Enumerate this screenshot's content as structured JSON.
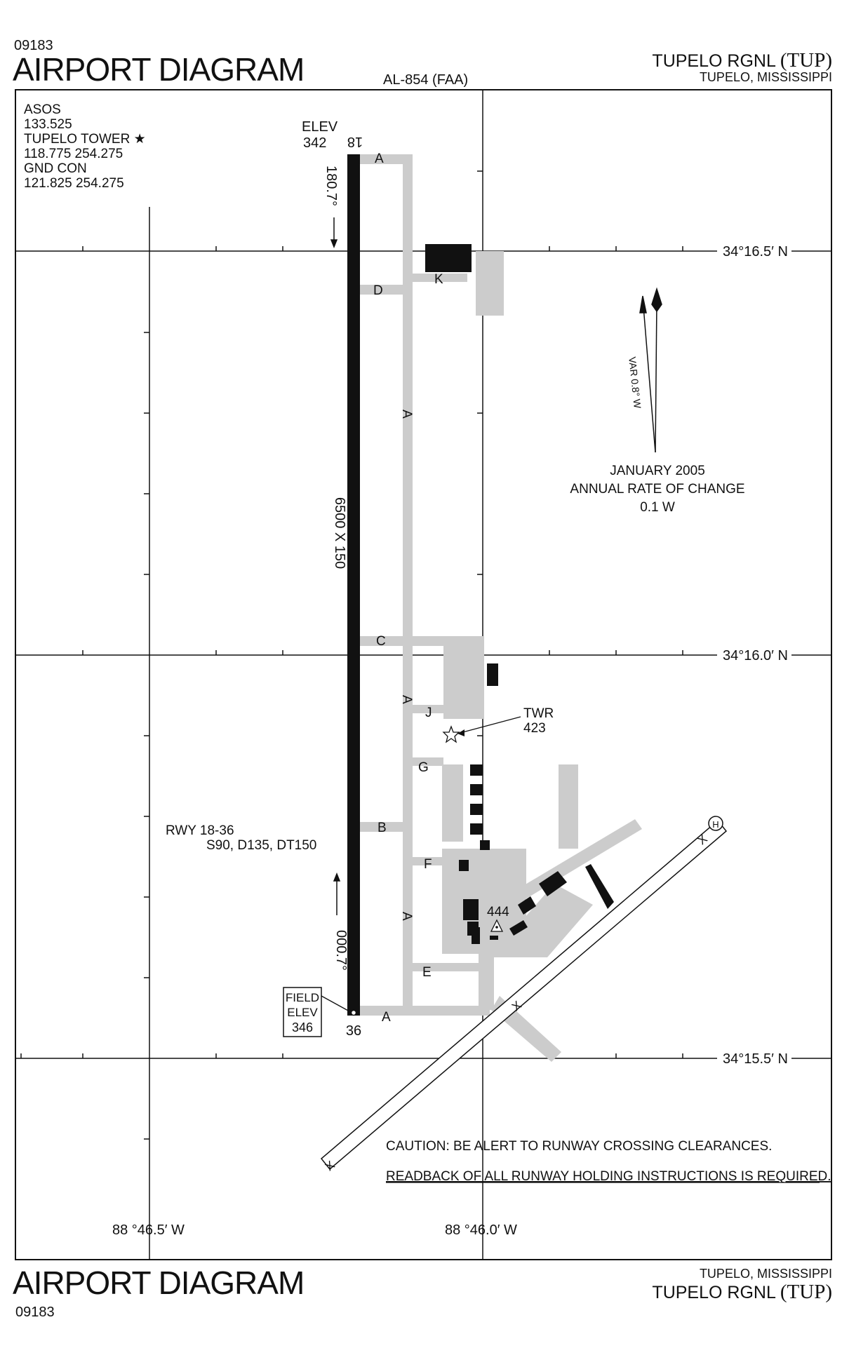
{
  "header": {
    "chart_code": "09183",
    "title": "AIRPORT DIAGRAM",
    "procedure_id": "AL-854 (FAA)",
    "airport_name": "TUPELO RGNL",
    "airport_code": "(TUP)",
    "city": "TUPELO, MISSISSIPPI"
  },
  "footer": {
    "title": "AIRPORT DIAGRAM",
    "chart_code": "09183",
    "city": "TUPELO, MISSISSIPPI",
    "airport_name": "TUPELO RGNL",
    "airport_code": "(TUP)"
  },
  "frequencies": {
    "asos_label": "ASOS",
    "asos_freq": "133.525",
    "tower_label": "TUPELO TOWER",
    "tower_freq": "118.775  254.275",
    "gnd_label": "GND CON",
    "gnd_freq": "121.825  254.275"
  },
  "coordinates": {
    "lat_1": "34°16.5′ N",
    "lat_2": "34°16.0′ N",
    "lat_3": "34°15.5′ N",
    "lon_1": "88 °46.5′ W",
    "lon_2": "88 °46.0′ W"
  },
  "runway": {
    "elev_label": "ELEV",
    "elev_north": "342",
    "end_north": "18",
    "end_south": "36",
    "heading_north": "180.7°",
    "heading_south": "000.7°",
    "dimensions": "6500 X 150",
    "designation": "RWY  18-36",
    "strength": "S90, D135, DT150",
    "field_elev_label_1": "FIELD",
    "field_elev_label_2": "ELEV",
    "field_elev_value": "346"
  },
  "taxiways": {
    "a": "A",
    "b": "B",
    "c": "C",
    "d": "D",
    "e": "E",
    "f": "F",
    "g": "G",
    "j": "J",
    "k": "K"
  },
  "features": {
    "tower_label": "TWR",
    "tower_elev": "423",
    "obstacle_elev": "444",
    "closed_marker": "X",
    "helipad_marker": "H"
  },
  "magnetic": {
    "variation": "VAR 0.8° W",
    "date": "JANUARY 2005",
    "rate_label": "ANNUAL RATE OF CHANGE",
    "rate_value": "0.1  W"
  },
  "notes": {
    "caution": "CAUTION:  BE ALERT TO RUNWAY CROSSING CLEARANCES.",
    "readback": "READBACK OF ALL RUNWAY HOLDING INSTRUCTIONS IS REQUIRED."
  },
  "colors": {
    "taxiway_gray": "#cccccc",
    "runway_black": "#111111"
  }
}
